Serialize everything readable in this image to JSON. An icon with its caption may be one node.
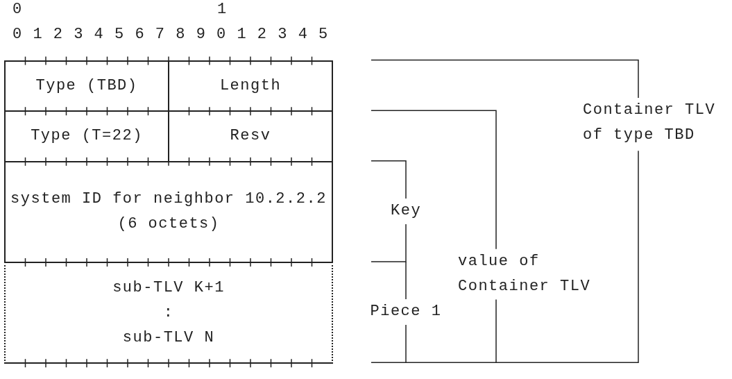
{
  "diagram": {
    "nodes": [
      {
        "text": [
          "Type (TBD)"
        ]
      },
      {
        "text": [
          "Length"
        ]
      },
      {
        "text": [
          "Type (T=22)"
        ]
      },
      {
        "text": [
          "Resv"
        ]
      },
      {
        "text": [
          "system ID for neighbor 10.2.2.2",
          "(6 octets)"
        ]
      },
      {
        "text": [
          "sub-TLV K+1",
          ":",
          "sub-TLV N"
        ]
      }
    ],
    "labels": [
      "0",
      "1",
      "0 1 2 3 4 5 6 7 8 9 0 1 2 3 4 5",
      "Container TLV of type TBD",
      "Key",
      "value of Container TLV",
      "Piece 1"
    ]
  }
}
